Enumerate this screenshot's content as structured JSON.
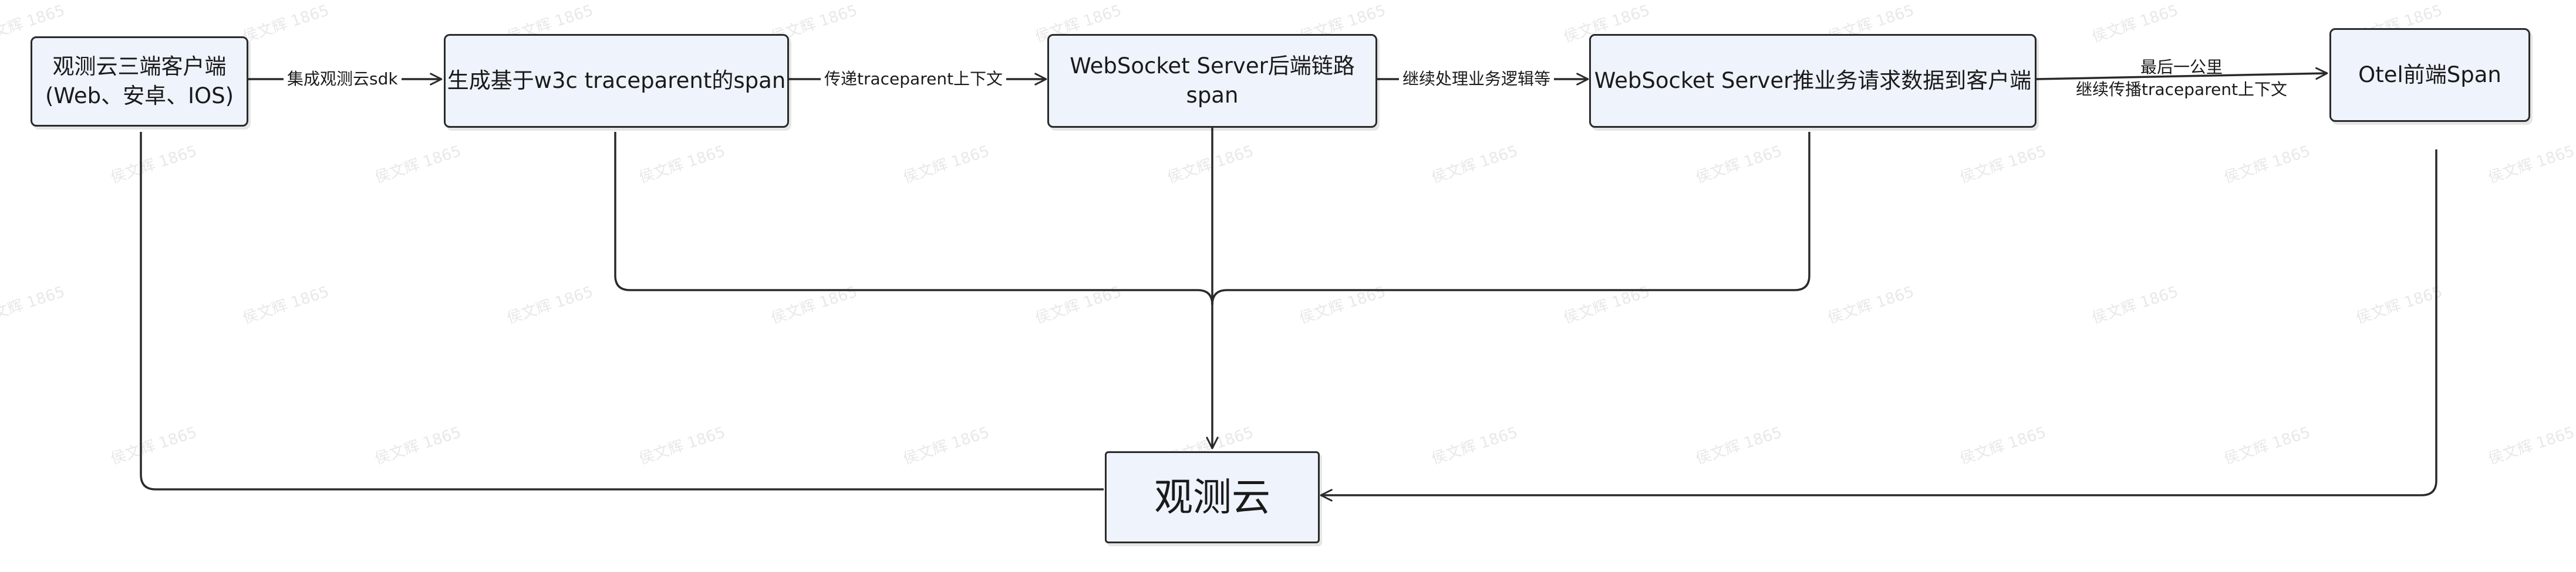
{
  "nodes": {
    "client": {
      "line1": "观测云三端客户端",
      "line2": "(Web、安卓、IOS)"
    },
    "generate_span": {
      "label": "生成基于w3c traceparent的span"
    },
    "ws_backend": {
      "label": "WebSocket Server后端链路span"
    },
    "ws_push": {
      "label": "WebSocket Server推业务请求数据到客户端"
    },
    "otel_frontend": {
      "label": "Otel前端Span"
    },
    "guance": {
      "label": "观测云"
    }
  },
  "edges": {
    "e1": {
      "label": "集成观测云sdk"
    },
    "e2": {
      "label": "传递traceparent上下文"
    },
    "e3": {
      "label": "继续处理业务逻辑等"
    },
    "e4": {
      "line1": "最后一公里",
      "line2": "继续传播traceparent上下文"
    }
  },
  "watermark": {
    "text": "侯文辉 1865"
  },
  "colors": {
    "node_fill": "#eef3fc",
    "node_border": "#2a2a2a",
    "line": "#2a2a2a"
  }
}
